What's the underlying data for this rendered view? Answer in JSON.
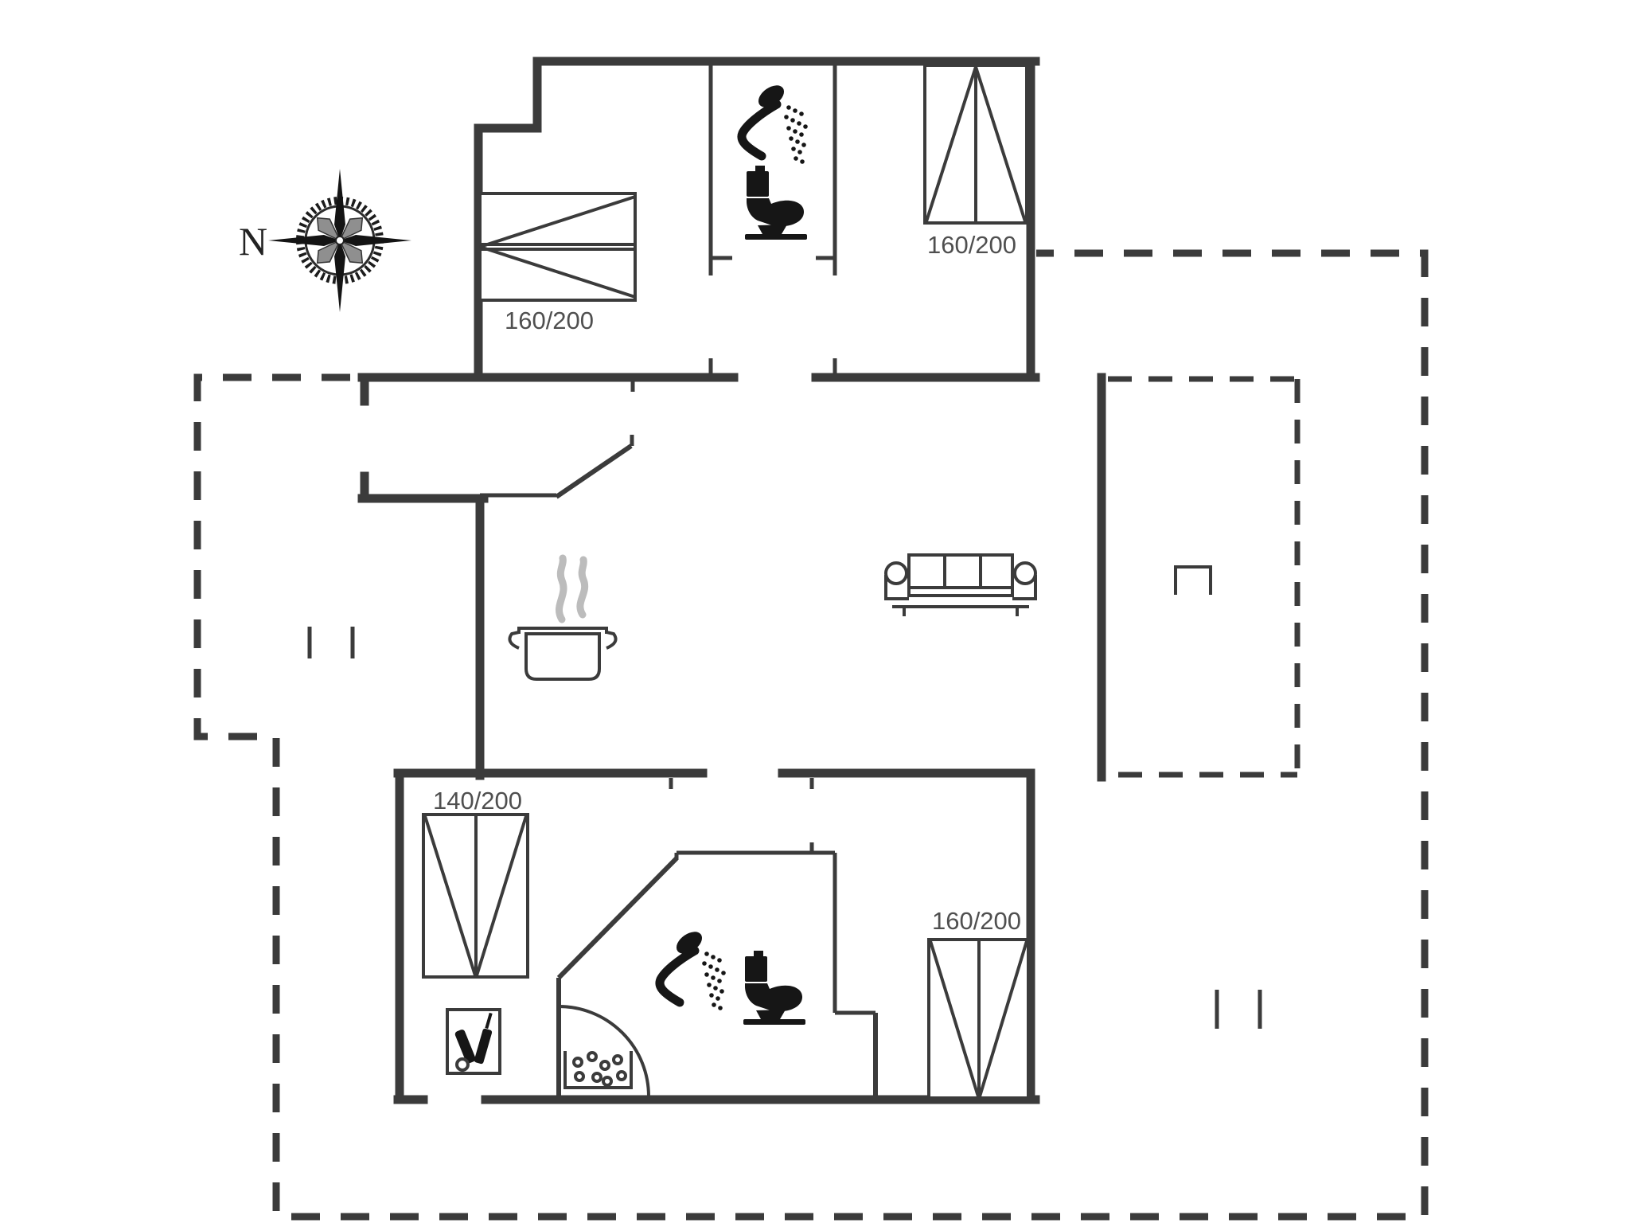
{
  "plan": {
    "type": "floor-plan",
    "compass": {
      "label": "N"
    },
    "labels": {
      "bed_top_left": "160/200",
      "bed_top_right": "160/200",
      "bed_bottom_left": "140/200",
      "bed_bottom_right": "160/200"
    },
    "rooms": {
      "bedroom_top_left_bed": "160/200",
      "bedroom_top_right_bed": "160/200",
      "bedroom_bottom_left_bed": "140/200",
      "bedroom_bottom_right_bed": "160/200"
    },
    "icons": [
      "compass-rose-icon",
      "shower-icon",
      "toilet-icon",
      "shower-icon",
      "toilet-icon",
      "cooking-pot-icon",
      "steam-icon",
      "sofa",
      "side-table",
      "wardrobe-cleaning-closet",
      "shoe-basket",
      "door-swing-arc"
    ],
    "colors": {
      "wall": "#3b3b3b",
      "icon": "#161616",
      "label": "#4f4f4f",
      "steam": "#bcbcbc",
      "background": "#ffffff"
    }
  }
}
